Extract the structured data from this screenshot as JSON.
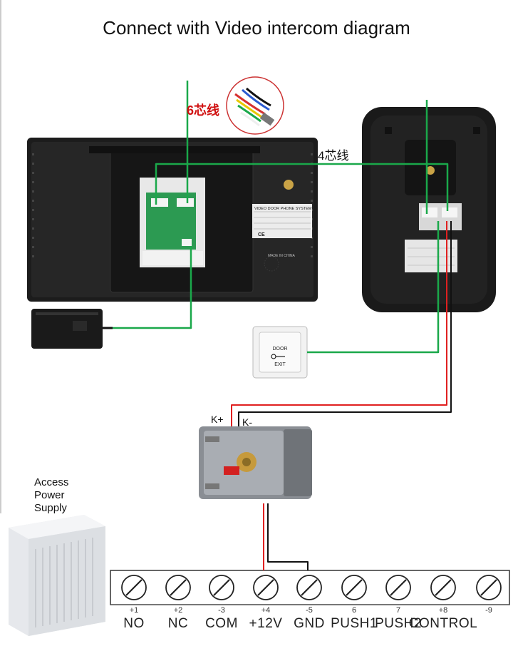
{
  "title": "Connect with Video intercom diagram",
  "wire_labels": {
    "six_core": "6芯线",
    "four_core": "4芯线"
  },
  "lock_labels": {
    "k_plus": "K+",
    "k_minus": "K-"
  },
  "power_supply_label": [
    "Access",
    "Power",
    "Supply"
  ],
  "exit_button": {
    "line1": "DOOR",
    "line2": "EXIT"
  },
  "monitor_panel": {
    "header": "VIDEO DOOR PHONE SYSTEM",
    "made_in": "MADE IN CHINA",
    "mark": "CE"
  },
  "terminals": [
    {
      "num": "+1",
      "name": "NO"
    },
    {
      "num": "+2",
      "name": "NC"
    },
    {
      "num": "-3",
      "name": "COM"
    },
    {
      "num": "+4",
      "name": "+12V"
    },
    {
      "num": "-5",
      "name": "GND"
    },
    {
      "num": "6",
      "name": "PUSH1"
    },
    {
      "num": "7",
      "name": "PUSH2"
    },
    {
      "num": "+8",
      "name": "CONTROL"
    },
    {
      "num": "-9",
      "name": ""
    }
  ],
  "colors": {
    "wire_green": "#1aa84a",
    "wire_red": "#e02020",
    "wire_black": "#111111",
    "device_body": "#1e1e1e"
  }
}
